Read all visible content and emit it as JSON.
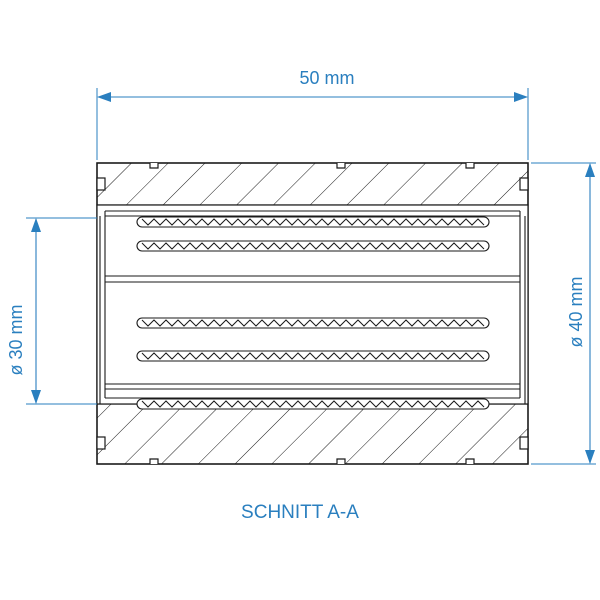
{
  "dimensions": {
    "width": "50 mm",
    "inner_diameter": "ø 30 mm",
    "outer_diameter": "ø 40 mm"
  },
  "caption": "SCHNITT A-A",
  "colors": {
    "dimension": "#2a7fbf",
    "outline": "#1a1a1a",
    "background": "#ffffff"
  }
}
